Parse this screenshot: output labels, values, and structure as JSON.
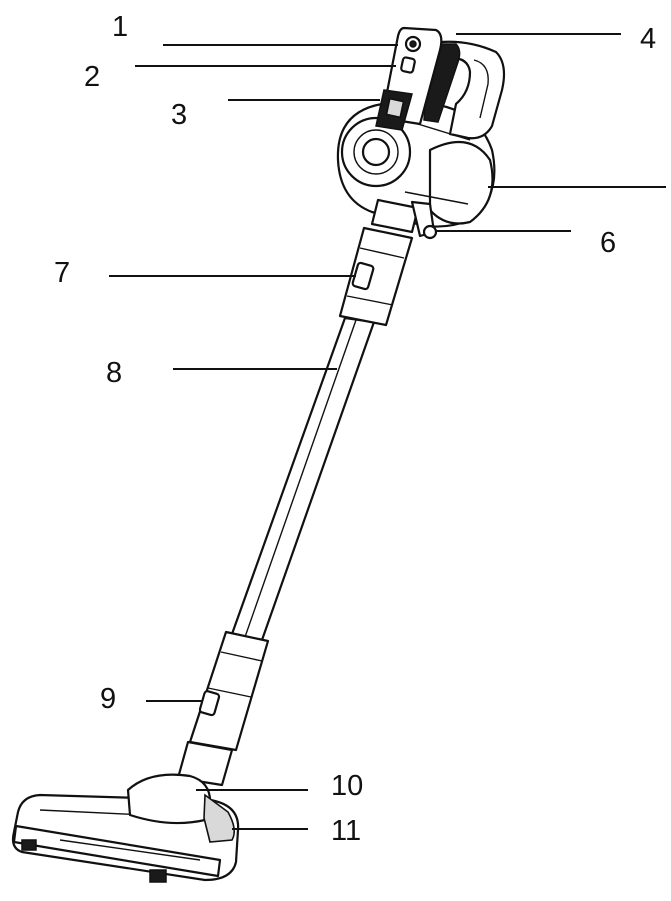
{
  "diagram": {
    "colors": {
      "line": "#111111",
      "fill": "#ffffff",
      "dark": "#1a1a1a",
      "shade": "#d9d9d9"
    },
    "callouts": [
      {
        "id": "c1",
        "label": "1"
      },
      {
        "id": "c2",
        "label": "2"
      },
      {
        "id": "c3",
        "label": "3"
      },
      {
        "id": "c4",
        "label": "4"
      },
      {
        "id": "c5",
        "label": ""
      },
      {
        "id": "c6",
        "label": "6"
      },
      {
        "id": "c7",
        "label": "7"
      },
      {
        "id": "c8",
        "label": "8"
      },
      {
        "id": "c9",
        "label": "9"
      },
      {
        "id": "c10",
        "label": "10"
      },
      {
        "id": "c11",
        "label": "11"
      }
    ]
  }
}
